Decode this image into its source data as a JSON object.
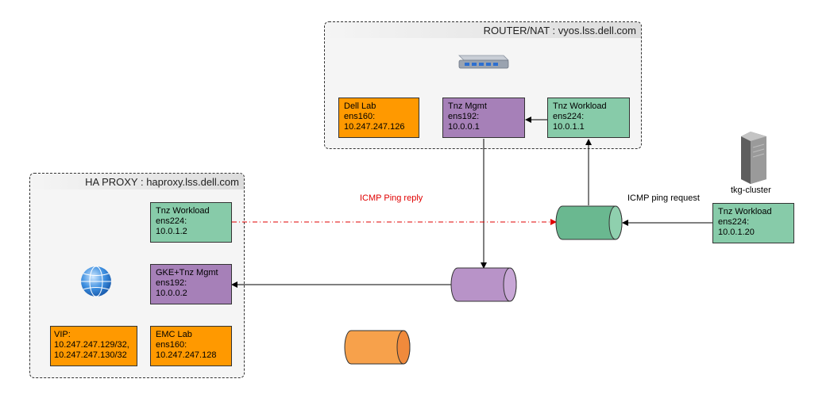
{
  "groups": {
    "router": {
      "title": "ROUTER/NAT : vyos.lss.dell.com"
    },
    "haproxy": {
      "title": "HA PROXY : haproxy.lss.dell.com"
    }
  },
  "router_boxes": {
    "dell_lab": "Dell Lab\nens160:\n10.247.247.126",
    "tnz_mgmt": "Tnz Mgmt\nens192:\n10.0.0.1",
    "tnz_workload": "Tnz Workload\nens224:\n10.0.1.1"
  },
  "haproxy_boxes": {
    "tnz_workload": "Tnz Workload\nens224:\n10.0.1.2",
    "gke_mgmt": "GKE+Tnz Mgmt\nens192:\n10.0.0.2",
    "vip": "VIP:\n10.247.247.129/32,\n10.247.247.130/32",
    "emc_lab": "EMC Lab\nens160:\n10.247.247.128"
  },
  "cluster": {
    "label": "tkg-cluster",
    "box": "Tnz Workload\nens224:\n10.0.1.20"
  },
  "edge_labels": {
    "ping_reply": "ICMP Ping reply",
    "ping_request": "ICMP ping request"
  },
  "colors": {
    "orange": "#ff9900",
    "green": "#87cba9",
    "purple": "#a680b8",
    "reply_line": "#e00000"
  },
  "icons": [
    "router-icon",
    "server-icon",
    "globe-icon",
    "network-cylinder-icon"
  ]
}
